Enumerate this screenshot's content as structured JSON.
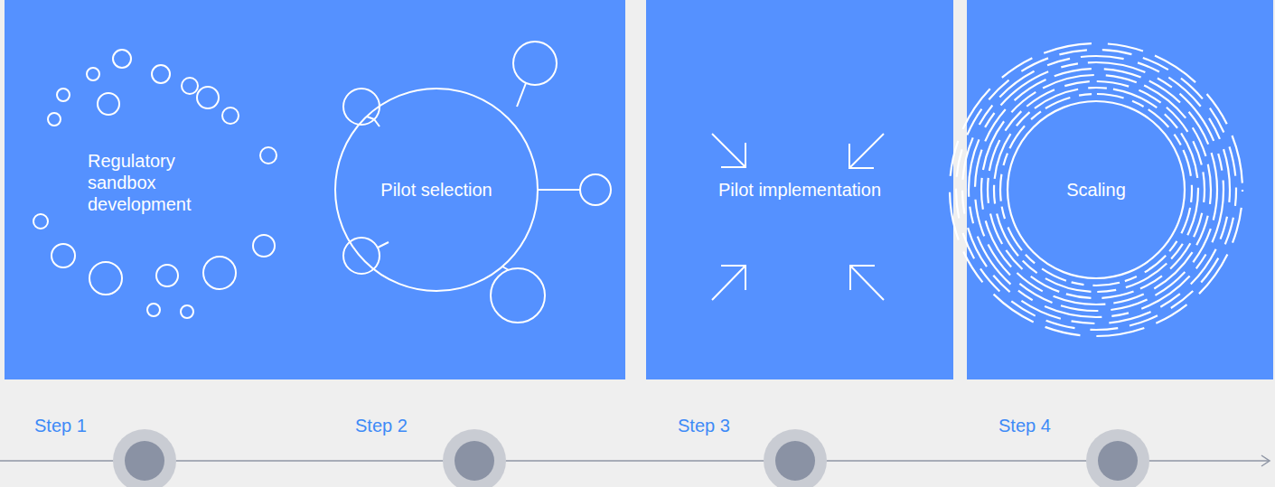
{
  "diagram": {
    "nodes": [
      {
        "text": [
          "Regulatory sandbox development"
        ]
      },
      {
        "text": [
          "Pilot selection"
        ]
      },
      {
        "text": [
          "Pilot implementation"
        ]
      },
      {
        "text": [
          "Scaling"
        ]
      }
    ],
    "labels": [
      "Step 1",
      "Step 2",
      "Step 3",
      "Step 4"
    ]
  }
}
